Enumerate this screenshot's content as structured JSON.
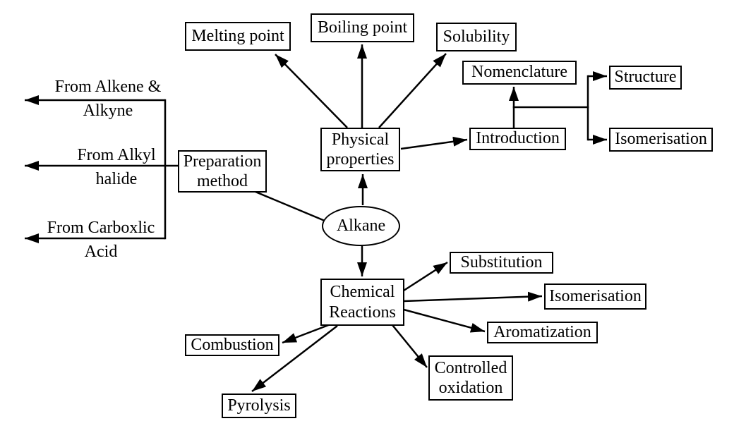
{
  "diagram": {
    "type": "concept-map",
    "center_node": {
      "label": "Alkane"
    },
    "nodes": {
      "melting_point": {
        "label": "Melting point"
      },
      "boiling_point": {
        "label": "Boiling point"
      },
      "solubility": {
        "label": "Solubility"
      },
      "nomenclature": {
        "label": "Nomenclature"
      },
      "structure": {
        "label": "Structure"
      },
      "isomerisation_upper": {
        "label": "Isomerisation"
      },
      "introduction": {
        "label": "Introduction"
      },
      "physical_properties": {
        "line1": "Physical",
        "line2": "properties"
      },
      "preparation_method": {
        "line1": "Preparation",
        "line2": "method"
      },
      "chemical_reactions": {
        "line1": "Chemical",
        "line2": "Reactions"
      },
      "substitution": {
        "label": "Substitution"
      },
      "isomerisation_lower": {
        "label": "Isomerisation"
      },
      "aromatization": {
        "label": "Aromatization"
      },
      "controlled_oxidation": {
        "line1": "Controlled",
        "line2": "oxidation"
      },
      "combustion": {
        "label": "Combustion"
      },
      "pyrolysis": {
        "label": "Pyrolysis"
      }
    },
    "preparation_sources": {
      "alkene_alkyne": {
        "line1": "From Alkene &",
        "line2": "Alkyne"
      },
      "alkyl_halide": {
        "line1": "From Alkyl",
        "line2": "halide"
      },
      "carboxlic_acid": {
        "line1": "From Carboxlic",
        "line2": "Acid"
      }
    },
    "edges": [
      {
        "from": "alkane",
        "to": "physical_properties",
        "arrow": true
      },
      {
        "from": "alkane",
        "to": "chemical_reactions",
        "arrow": true
      },
      {
        "from": "preparation_method",
        "to": "alkane",
        "arrow": false
      },
      {
        "from": "physical_properties",
        "to": "melting_point",
        "arrow": true
      },
      {
        "from": "physical_properties",
        "to": "boiling_point",
        "arrow": true
      },
      {
        "from": "physical_properties",
        "to": "solubility",
        "arrow": true
      },
      {
        "from": "physical_properties",
        "to": "introduction",
        "arrow": true
      },
      {
        "from": "introduction",
        "to": "nomenclature",
        "arrow": true
      },
      {
        "from": "introduction",
        "to": "structure",
        "arrow": true
      },
      {
        "from": "introduction",
        "to": "isomerisation_upper",
        "arrow": true
      },
      {
        "from": "chemical_reactions",
        "to": "substitution",
        "arrow": true
      },
      {
        "from": "chemical_reactions",
        "to": "isomerisation_lower",
        "arrow": true
      },
      {
        "from": "chemical_reactions",
        "to": "aromatization",
        "arrow": true
      },
      {
        "from": "chemical_reactions",
        "to": "controlled_oxidation",
        "arrow": true
      },
      {
        "from": "chemical_reactions",
        "to": "combustion",
        "arrow": true
      },
      {
        "from": "chemical_reactions",
        "to": "pyrolysis",
        "arrow": true
      },
      {
        "from": "preparation_method",
        "to": "alkene_alkyne",
        "arrow": true
      },
      {
        "from": "preparation_method",
        "to": "alkyl_halide",
        "arrow": true
      },
      {
        "from": "preparation_method",
        "to": "carboxlic_acid",
        "arrow": true
      }
    ],
    "colors": {
      "background": "#ffffff",
      "stroke": "#000000",
      "text": "#000000",
      "node_fill": "#ffffff"
    }
  }
}
